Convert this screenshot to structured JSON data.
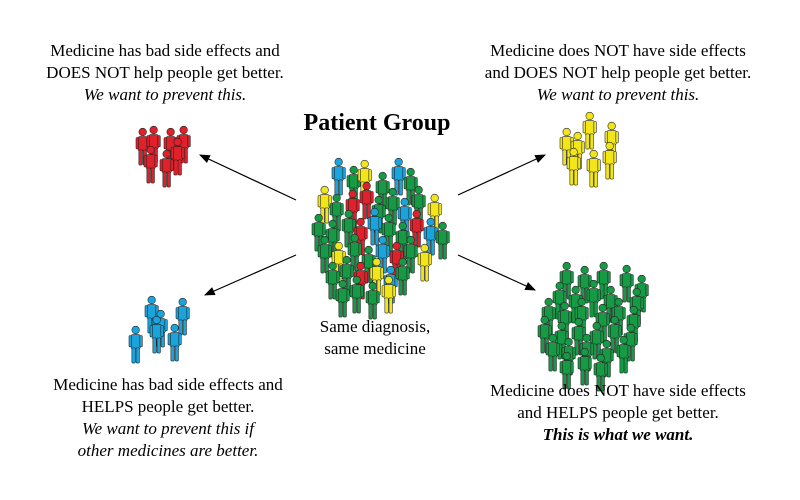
{
  "title": "Patient Group",
  "center": {
    "line1": "Same diagnosis,",
    "line2": "same medicine"
  },
  "quadrants": {
    "top_left": {
      "line1": "Medicine has bad side effects and",
      "line2": "DOES NOT help people get better.",
      "note": [
        "We want to prevent this."
      ],
      "color": "#e0202a"
    },
    "top_right": {
      "line1": "Medicine does NOT have side effects",
      "line2": "and DOES NOT help people get better.",
      "note": [
        "We want to prevent this."
      ],
      "color": "#f2e61a"
    },
    "bottom_left": {
      "line1": "Medicine has bad side effects and",
      "line2": "HELPS people get better.",
      "note": [
        "We want to prevent this if",
        "other medicines are better."
      ],
      "color": "#1ba3dc"
    },
    "bottom_right": {
      "line1": "Medicine does NOT have side effects",
      "line2": "and HELPS people get better.",
      "note": [
        "This is what we want."
      ],
      "color": "#179a45"
    }
  }
}
